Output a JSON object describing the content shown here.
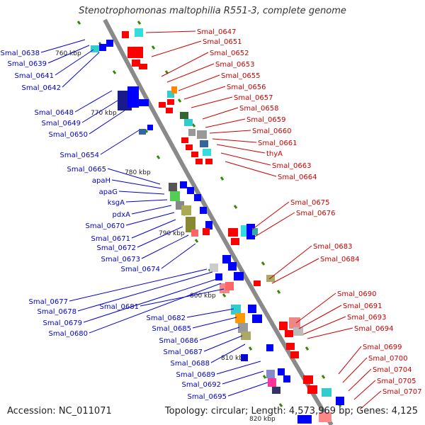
{
  "title": "Stenotrophomonas maltophilia R551-3, complete genome",
  "accession": "Accession: NC_011071",
  "topology": "Topology: circular; Length: 4,573,969 bp; Genes: 4,125",
  "colors": {
    "left_labels": "#0000cc",
    "right_labels": "#cc0000",
    "backbone": "#8a8a8a",
    "forward_gene": "#ff0000",
    "reverse_gene": "#0000ff",
    "tick_dash": "#2e8b00"
  },
  "kbp_markers": [
    "760 kbp",
    "770 kbp",
    "780 kbp",
    "790 kbp",
    "800 kbp",
    "810 kbp",
    "820 kbp"
  ],
  "left_labels": [
    "Smal_0638",
    "Smal_0639",
    "Smal_0641",
    "Smal_0642",
    "Smal_0648",
    "Smal_0649",
    "Smal_0650",
    "Smal_0654",
    "Smal_0665",
    "apaH",
    "apaG",
    "ksgA",
    "pdxA",
    "Smal_0670",
    "Smal_0671",
    "Smal_0672",
    "Smal_0673",
    "Smal_0674",
    "Smal_0677",
    "Smal_0678",
    "Smal_0679",
    "Smal_0680",
    "Smal_0681",
    "Smal_0682",
    "Smal_0685",
    "Smal_0686",
    "Smal_0687",
    "Smal_0688",
    "Smal_0689",
    "Smal_0692",
    "Smal_0695"
  ],
  "right_labels": [
    "Smal_0647",
    "Smal_0651",
    "Smal_0652",
    "Smal_0653",
    "Smal_0655",
    "Smal_0656",
    "Smal_0657",
    "Smal_0658",
    "Smal_0659",
    "Smal_0660",
    "Smal_0661",
    "thyA",
    "Smal_0663",
    "Smal_0664",
    "Smal_0675",
    "Smal_0676",
    "Smal_0683",
    "Smal_0684",
    "Smal_0690",
    "Smal_0691",
    "Smal_0693",
    "Smal_0694",
    "Smal_0699",
    "Smal_0700",
    "Smal_0704",
    "Smal_0705",
    "Smal_0707"
  ]
}
